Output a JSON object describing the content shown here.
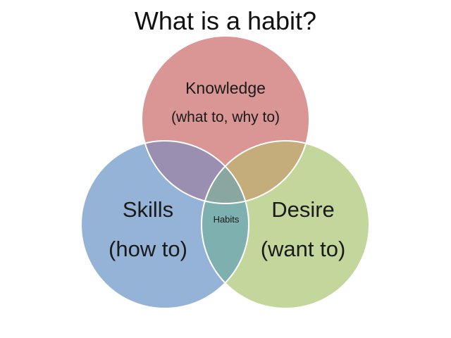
{
  "title": "What is a habit?",
  "circles": {
    "knowledge": {
      "label": "Knowledge",
      "sublabel": "(what to, why to)",
      "color": "#d99694"
    },
    "skills": {
      "label": "Skills",
      "sublabel": "(how to)",
      "color": "#95b3d7"
    },
    "desire": {
      "label": "Desire",
      "sublabel": "(want to)",
      "color": "#c3d69b"
    }
  },
  "center": {
    "label": "Habits"
  },
  "colors": {
    "overlap_knowledge_skills": "#9a8fb0",
    "overlap_knowledge_desire": "#c4ad7b",
    "overlap_skills_desire": "#7fb0b0",
    "overlap_all": "#8aa6a0",
    "outline": "#ffffff"
  }
}
